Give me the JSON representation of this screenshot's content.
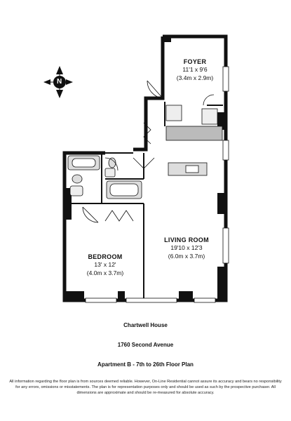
{
  "compass": {
    "label": "N",
    "icon": "north-arrow-icon"
  },
  "rooms": {
    "foyer": {
      "name": "FOYER",
      "dims_imperial": "11'1 x 9'6",
      "dims_metric": "(3.4m x 2.9m)"
    },
    "living": {
      "name": "LIVING ROOM",
      "dims_imperial": "19'10 x 12'3",
      "dims_metric": "(6.0m x 3.7m)"
    },
    "bedroom": {
      "name": "BEDROOM",
      "dims_imperial": "13' x 12'",
      "dims_metric": "(4.0m x 3.7m)"
    }
  },
  "info": {
    "building": "Chartwell House",
    "address": "1760 Second Avenue",
    "plan_title": "Apartment B - 7th to 26th Floor Plan"
  },
  "disclaimer": "All information regarding the floor plan is from sources deemed reliable. However, On-Line Residential cannot assure its accuracy and bears no responsibility for any errors, omissions or misstatements. The plan is for representation purposes only and should be used as such by the prospective purchaser. All dimensions are approximate and should be re-measured for absolute accuracy.",
  "colors": {
    "wall": "#111111",
    "window": "#ffffff",
    "fixture": "#cccccc"
  }
}
